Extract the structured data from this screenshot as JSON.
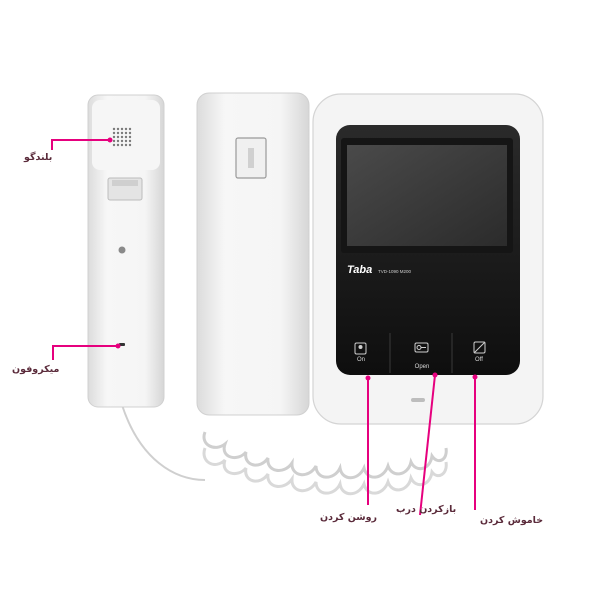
{
  "device": {
    "brand": "Taba",
    "model": "TVD-1090 M200",
    "buttons": {
      "on": "On",
      "open": "Open",
      "off": "Off"
    }
  },
  "callouts": {
    "speaker": "بلندگو",
    "microphone": "میکروفون",
    "power_on": "روشن کردن",
    "open_door": "بازکردن درب",
    "power_off": "خاموش کردن"
  },
  "colors": {
    "accent": "#e6007e",
    "body": "#f2f2f2",
    "panel": "#1e1e1e",
    "screen": "#3a3a3a"
  }
}
